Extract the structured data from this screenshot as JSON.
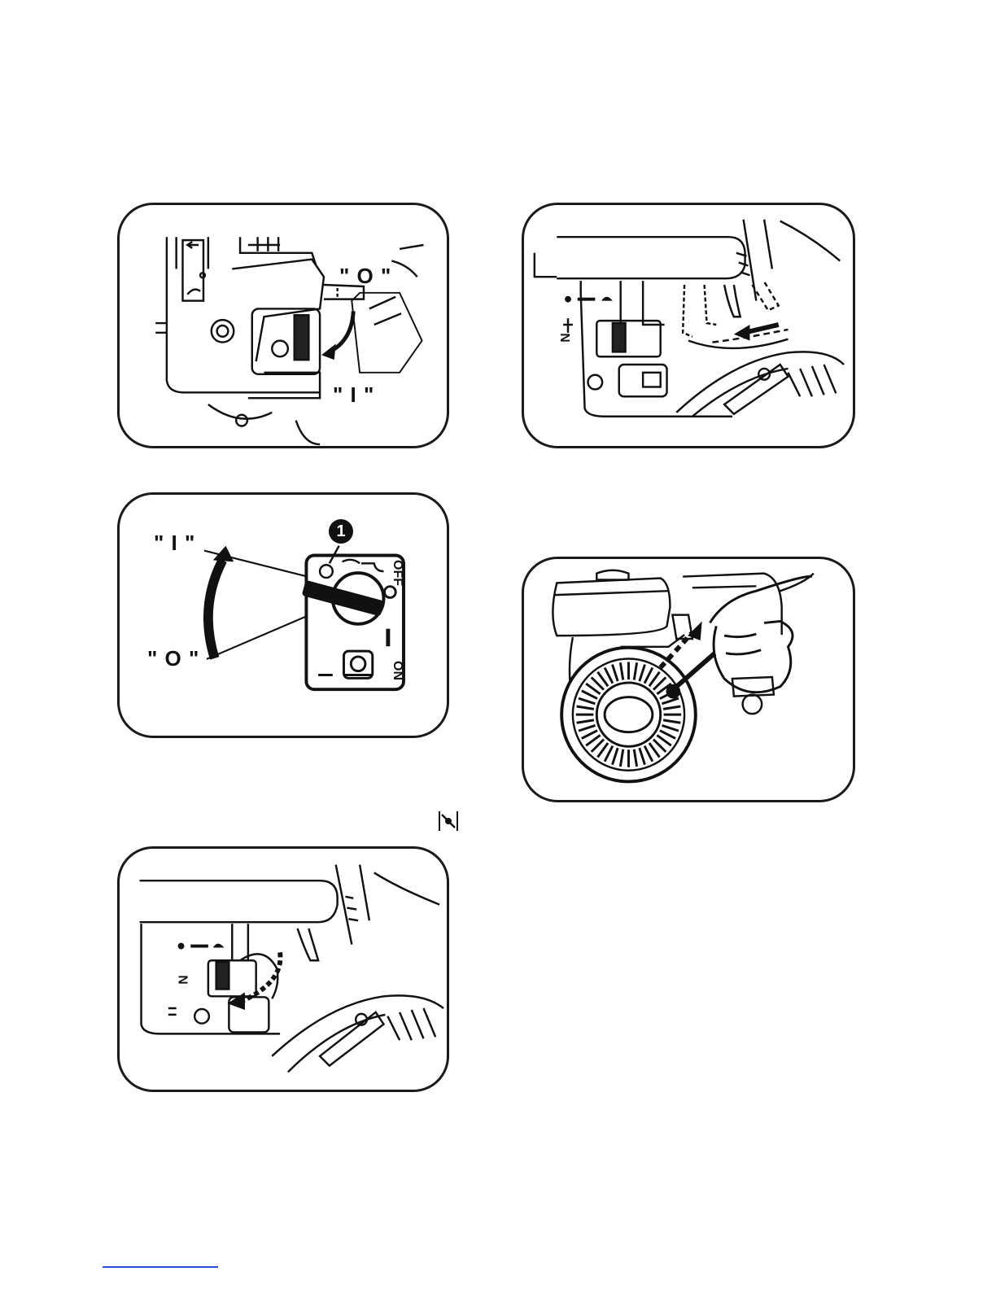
{
  "fig_fuel_valve": {
    "label_off": "\" O \"",
    "label_on": "\" I \""
  },
  "fig_engine_switch": {
    "label_on": "\" I \"",
    "label_off": "\" O \"",
    "callout": "1",
    "plate_off": "OFF",
    "plate_on": "ON"
  },
  "icons": {
    "choke": "choke-symbol-icon"
  },
  "colors": {
    "ink": "#111111",
    "footer_link": "#2b4fd8"
  }
}
